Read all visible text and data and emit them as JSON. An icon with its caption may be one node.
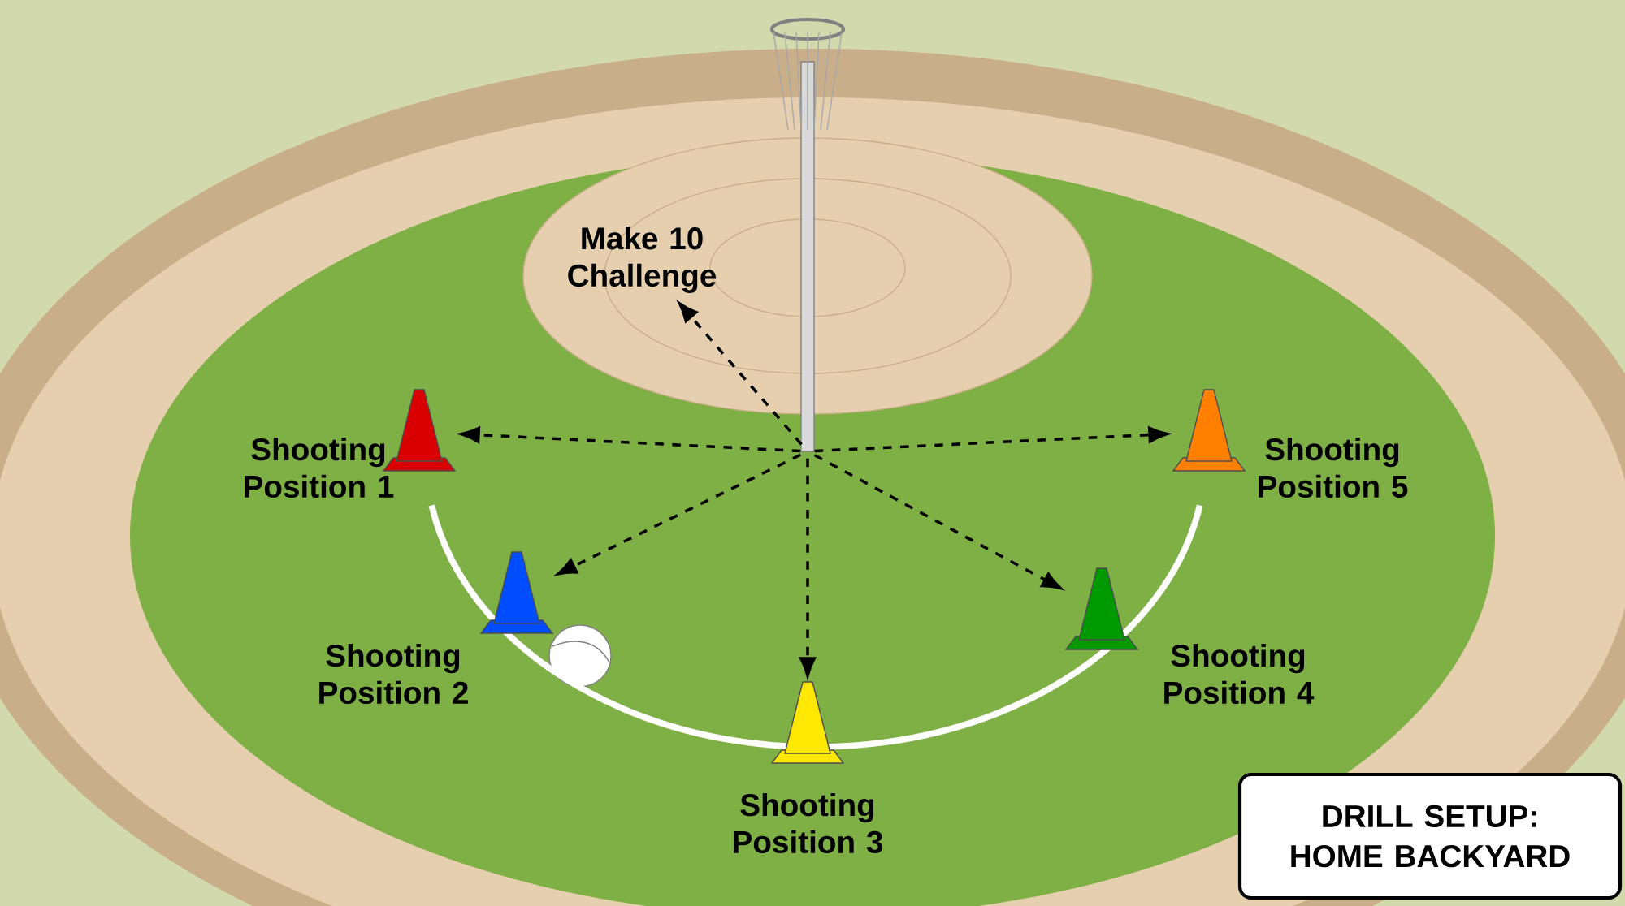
{
  "diagram": {
    "nodes": [
      {
        "text": [],
        "shape": "picture"
      },
      {
        "text": [
          "Make 10 Challenge"
        ]
      },
      {
        "text": [],
        "shape": "cone",
        "beside": [
          "Shooting Position 1"
        ]
      },
      {
        "text": [],
        "shape": "cone",
        "beside": [
          "Shooting Position 2"
        ]
      },
      {
        "text": [],
        "shape": "cone",
        "beside": [
          "Shooting Position 3"
        ]
      },
      {
        "text": [],
        "shape": "cone",
        "beside": [
          "Shooting Position 4"
        ]
      },
      {
        "text": [],
        "shape": "cone",
        "beside": [
          "Shooting Position 5"
        ]
      },
      {
        "text": [
          "DRILL SETUP: HOME BACKYARD"
        ]
      }
    ],
    "edges": [
      {
        "from": 0,
        "to": 1,
        "arrow": "to",
        "style": "dashed"
      },
      {
        "from": 0,
        "to": 2,
        "arrow": "to",
        "style": "dashed"
      },
      {
        "from": 0,
        "to": 3,
        "arrow": "to",
        "style": "dashed"
      },
      {
        "from": 0,
        "to": 4,
        "arrow": "to",
        "style": "dashed"
      },
      {
        "from": 0,
        "to": 5,
        "arrow": "to",
        "style": "dashed"
      },
      {
        "from": 0,
        "to": 6,
        "arrow": "to",
        "style": "dashed"
      }
    ]
  }
}
